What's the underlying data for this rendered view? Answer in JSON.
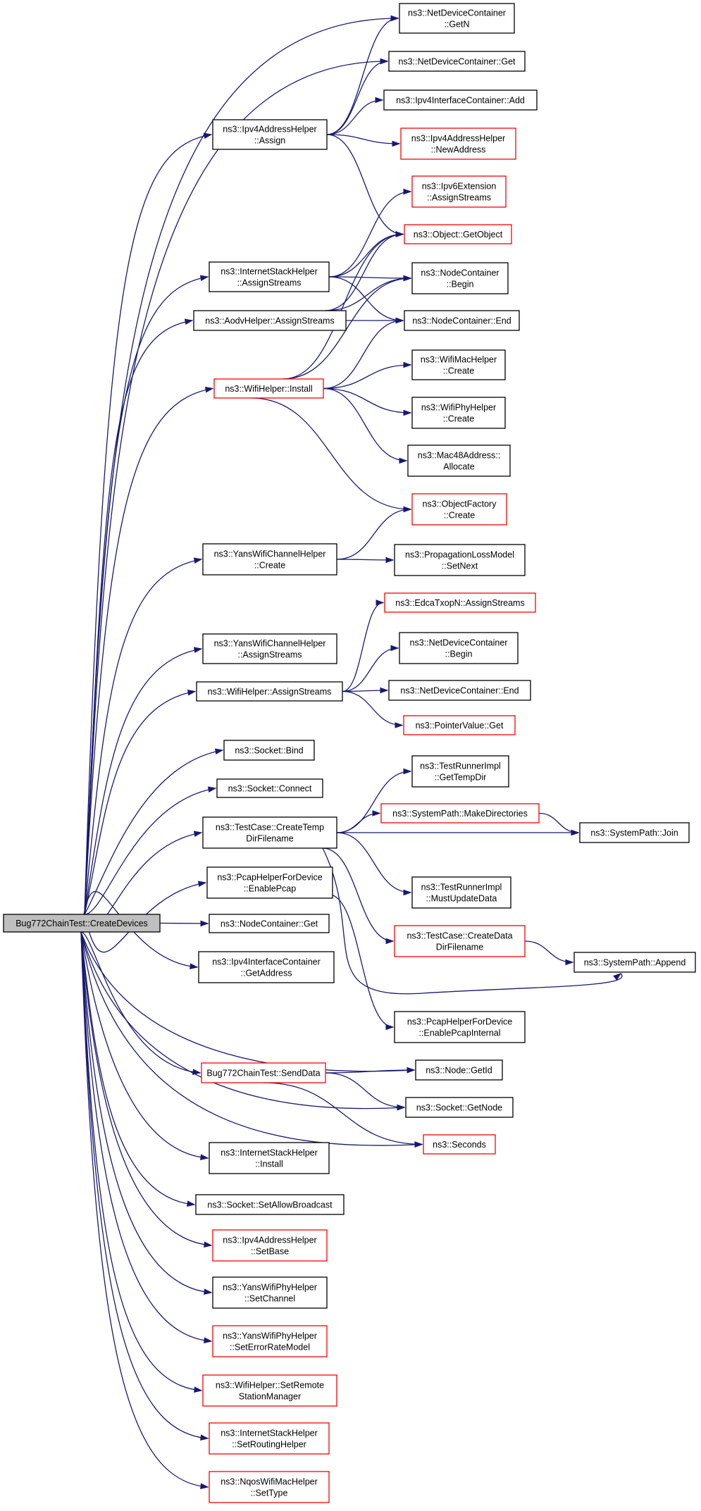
{
  "nodes": {
    "root": {
      "lines": [
        "Bug772ChainTest::CreateDevices"
      ],
      "style": "root"
    },
    "n_ndc_getn": {
      "lines": [
        "ns3::NetDeviceContainer",
        "::GetN"
      ],
      "style": "black"
    },
    "n_ndc_get": {
      "lines": [
        "ns3::NetDeviceContainer::Get"
      ],
      "style": "black"
    },
    "n_ipv4ic_add": {
      "lines": [
        "ns3::Ipv4InterfaceContainer::Add"
      ],
      "style": "black"
    },
    "n_ipv4ah_newaddr": {
      "lines": [
        "ns3::Ipv4AddressHelper",
        "::NewAddress"
      ],
      "style": "red"
    },
    "n_ipv4ah_assign": {
      "lines": [
        "ns3::Ipv4AddressHelper",
        "::Assign"
      ],
      "style": "black"
    },
    "n_ipv6ext_as": {
      "lines": [
        "ns3::Ipv6Extension",
        "::AssignStreams"
      ],
      "style": "red"
    },
    "n_obj_getobj": {
      "lines": [
        "ns3::Object::GetObject"
      ],
      "style": "red"
    },
    "n_nc_begin": {
      "lines": [
        "ns3::NodeContainer",
        "::Begin"
      ],
      "style": "black"
    },
    "n_ish_as": {
      "lines": [
        "ns3::InternetStackHelper",
        "::AssignStreams"
      ],
      "style": "black"
    },
    "n_aodv_as": {
      "lines": [
        "ns3::AodvHelper::AssignStreams"
      ],
      "style": "black"
    },
    "n_nc_end": {
      "lines": [
        "ns3::NodeContainer::End"
      ],
      "style": "black"
    },
    "n_wifi_install": {
      "lines": [
        "ns3::WifiHelper::Install"
      ],
      "style": "red"
    },
    "n_wmh_create": {
      "lines": [
        "ns3::WifiMacHelper",
        "::Create"
      ],
      "style": "black"
    },
    "n_wph_create": {
      "lines": [
        "ns3::WifiPhyHelper",
        "::Create"
      ],
      "style": "black"
    },
    "n_mac48_alloc": {
      "lines": [
        "ns3::Mac48Address::",
        "Allocate"
      ],
      "style": "black"
    },
    "n_of_create": {
      "lines": [
        "ns3::ObjectFactory",
        "::Create"
      ],
      "style": "red"
    },
    "n_ywch_create": {
      "lines": [
        "ns3::YansWifiChannelHelper",
        "::Create"
      ],
      "style": "black"
    },
    "n_plm_setnext": {
      "lines": [
        "ns3::PropagationLossModel",
        "::SetNext"
      ],
      "style": "black"
    },
    "n_edca_as": {
      "lines": [
        "ns3::EdcaTxopN::AssignStreams"
      ],
      "style": "red"
    },
    "n_ywch_as": {
      "lines": [
        "ns3::YansWifiChannelHelper",
        "::AssignStreams"
      ],
      "style": "black"
    },
    "n_ndc_begin": {
      "lines": [
        "ns3::NetDeviceContainer",
        "::Begin"
      ],
      "style": "black"
    },
    "n_wifi_as": {
      "lines": [
        "ns3::WifiHelper::AssignStreams"
      ],
      "style": "black"
    },
    "n_ndc_end": {
      "lines": [
        "ns3::NetDeviceContainer::End"
      ],
      "style": "black"
    },
    "n_pv_get": {
      "lines": [
        "ns3::PointerValue::Get"
      ],
      "style": "red"
    },
    "n_sock_bind": {
      "lines": [
        "ns3::Socket::Bind"
      ],
      "style": "black"
    },
    "n_tri_gettmp": {
      "lines": [
        "ns3::TestRunnerImpl",
        "::GetTempDir"
      ],
      "style": "black"
    },
    "n_sock_connect": {
      "lines": [
        "ns3::Socket::Connect"
      ],
      "style": "black"
    },
    "n_sp_mkdirs": {
      "lines": [
        "ns3::SystemPath::MakeDirectories"
      ],
      "style": "red"
    },
    "n_tc_createtmp": {
      "lines": [
        "ns3::TestCase::CreateTemp",
        "DirFilename"
      ],
      "style": "black"
    },
    "n_sp_join": {
      "lines": [
        "ns3::SystemPath::Join"
      ],
      "style": "black"
    },
    "n_phd_enable": {
      "lines": [
        "ns3::PcapHelperForDevice",
        "::EnablePcap"
      ],
      "style": "black"
    },
    "n_tri_mustupd": {
      "lines": [
        "ns3::TestRunnerImpl",
        "::MustUpdateData"
      ],
      "style": "black"
    },
    "n_nc_get": {
      "lines": [
        "ns3::NodeContainer::Get"
      ],
      "style": "black"
    },
    "n_tc_createdata": {
      "lines": [
        "ns3::TestCase::CreateData",
        "DirFilename"
      ],
      "style": "red"
    },
    "n_sp_append": {
      "lines": [
        "ns3::SystemPath::Append"
      ],
      "style": "black"
    },
    "n_ipv4ic_getaddr": {
      "lines": [
        "ns3::Ipv4InterfaceContainer",
        "::GetAddress"
      ],
      "style": "black"
    },
    "n_phd_enableint": {
      "lines": [
        "ns3::PcapHelperForDevice",
        "::EnablePcapInternal"
      ],
      "style": "black"
    },
    "n_bug_senddata": {
      "lines": [
        "Bug772ChainTest::SendData"
      ],
      "style": "red"
    },
    "n_node_getid": {
      "lines": [
        "ns3::Node::GetId"
      ],
      "style": "black"
    },
    "n_sock_getnode": {
      "lines": [
        "ns3::Socket::GetNode"
      ],
      "style": "black"
    },
    "n_seconds": {
      "lines": [
        "ns3::Seconds"
      ],
      "style": "red"
    },
    "n_ish_install": {
      "lines": [
        "ns3::InternetStackHelper",
        "::Install"
      ],
      "style": "black"
    },
    "n_sock_setbcast": {
      "lines": [
        "ns3::Socket::SetAllowBroadcast"
      ],
      "style": "black"
    },
    "n_ipv4ah_setbase": {
      "lines": [
        "ns3::Ipv4AddressHelper",
        "::SetBase"
      ],
      "style": "red"
    },
    "n_ywph_setch": {
      "lines": [
        "ns3::YansWifiPhyHelper",
        "::SetChannel"
      ],
      "style": "black"
    },
    "n_ywph_seterm": {
      "lines": [
        "ns3::YansWifiPhyHelper",
        "::SetErrorRateModel"
      ],
      "style": "red"
    },
    "n_wifi_setrsm": {
      "lines": [
        "ns3::WifiHelper::SetRemote",
        "StationManager"
      ],
      "style": "red"
    },
    "n_ish_setrh": {
      "lines": [
        "ns3::InternetStackHelper",
        "::SetRoutingHelper"
      ],
      "style": "red"
    },
    "n_nqos_settype": {
      "lines": [
        "ns3::NqosWifiMacHelper",
        "::SetType"
      ],
      "style": "red"
    }
  },
  "colors": {
    "edge": "#191970",
    "external_border": "#ff0000",
    "root_fill": "#bfbfbf"
  }
}
